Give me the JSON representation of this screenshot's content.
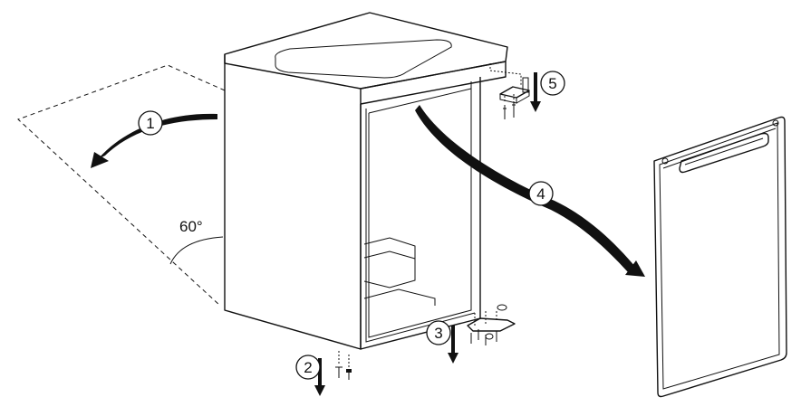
{
  "angle_label": "60°",
  "steps": [
    {
      "label": "1"
    },
    {
      "label": "2"
    },
    {
      "label": "3"
    },
    {
      "label": "4"
    },
    {
      "label": "5"
    }
  ],
  "colors": {
    "ink": "#111111",
    "background": "#ffffff"
  }
}
